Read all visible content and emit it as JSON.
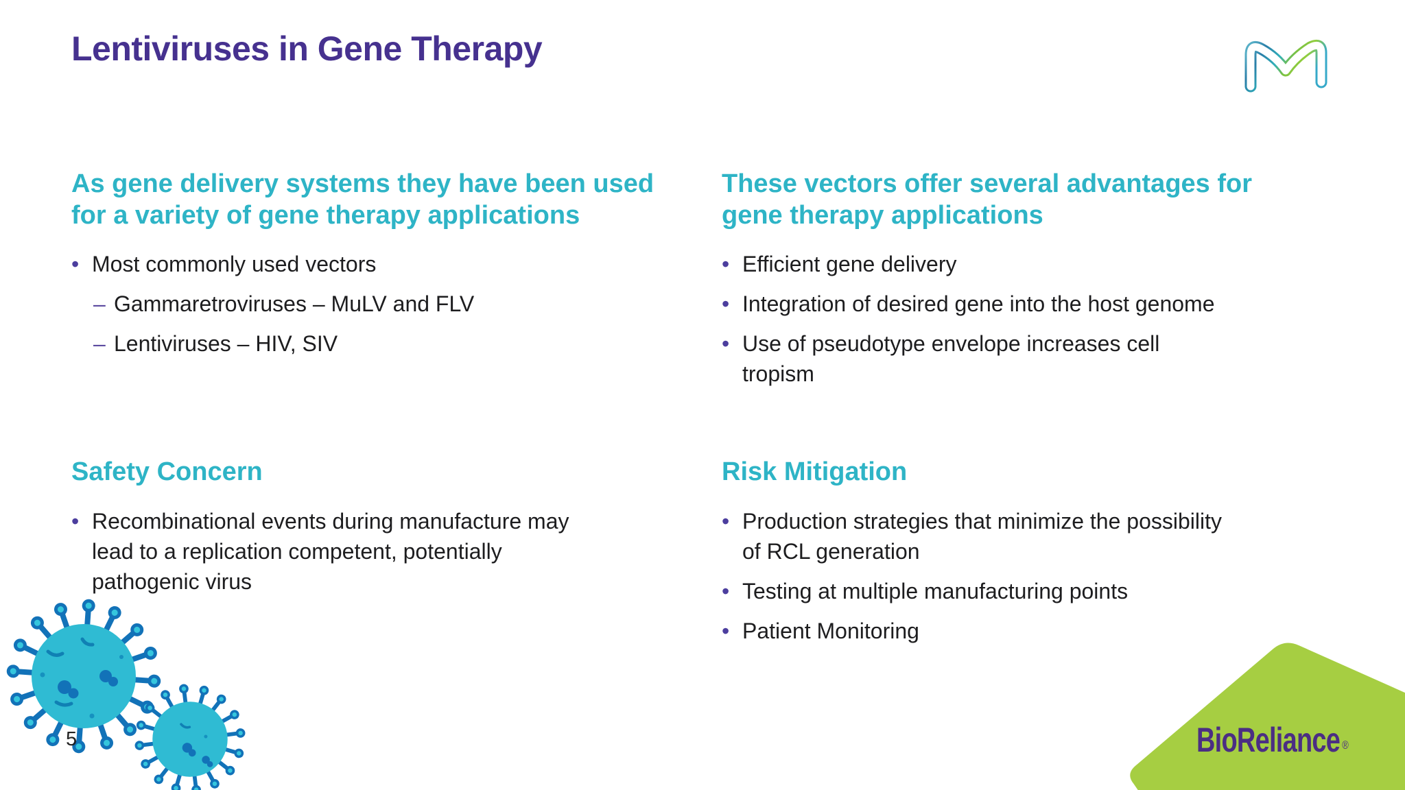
{
  "slide": {
    "title": "Lentiviruses in Gene Therapy",
    "page_number": "5"
  },
  "markers": {
    "bullet": "•",
    "dash": "–"
  },
  "sections": {
    "top_left": {
      "heading": "As gene delivery systems they have been used\nfor a variety of gene therapy applications",
      "bullets": [
        {
          "level": 1,
          "text": "Most commonly used vectors"
        },
        {
          "level": 2,
          "text": "Gammaretroviruses – MuLV and FLV"
        },
        {
          "level": 2,
          "text": "Lentiviruses – HIV, SIV"
        }
      ]
    },
    "top_right": {
      "heading": "These vectors offer several advantages for\ngene therapy applications",
      "bullets": [
        {
          "level": 1,
          "text": "Efficient gene delivery"
        },
        {
          "level": 1,
          "text": "Integration of desired gene into the host genome"
        },
        {
          "level": 1,
          "text": "Use of pseudotype envelope increases cell\ntropism"
        }
      ]
    },
    "bottom_left": {
      "heading": "Safety Concern",
      "bullets": [
        {
          "level": 1,
          "text": "Recombinational events during manufacture may\nlead to a replication competent, potentially\npathogenic virus"
        }
      ]
    },
    "bottom_right": {
      "heading": "Risk Mitigation",
      "bullets": [
        {
          "level": 1,
          "text": "Production strategies that minimize the possibility\nof RCL generation"
        },
        {
          "level": 1,
          "text": "Testing at multiple manufacturing points"
        },
        {
          "level": 1,
          "text": "Patient Monitoring"
        }
      ]
    }
  },
  "branding": {
    "bioreliance_name": "BioReliance",
    "registered_mark": "®",
    "merck_logo_icon": "merck-m-logo",
    "virus_icon": "virus-particle-illustration",
    "colors": {
      "title_purple": "#46318f",
      "heading_teal": "#2eb4c6",
      "body_text": "#1d1d1f",
      "bullet_purple": "#4c3e9e",
      "bioreliance_purple": "#4b2e83",
      "banner_green": "#a6ce42",
      "virus_body_teal": "#2fbbd3",
      "virus_spike_blue": "#1272b8"
    }
  }
}
